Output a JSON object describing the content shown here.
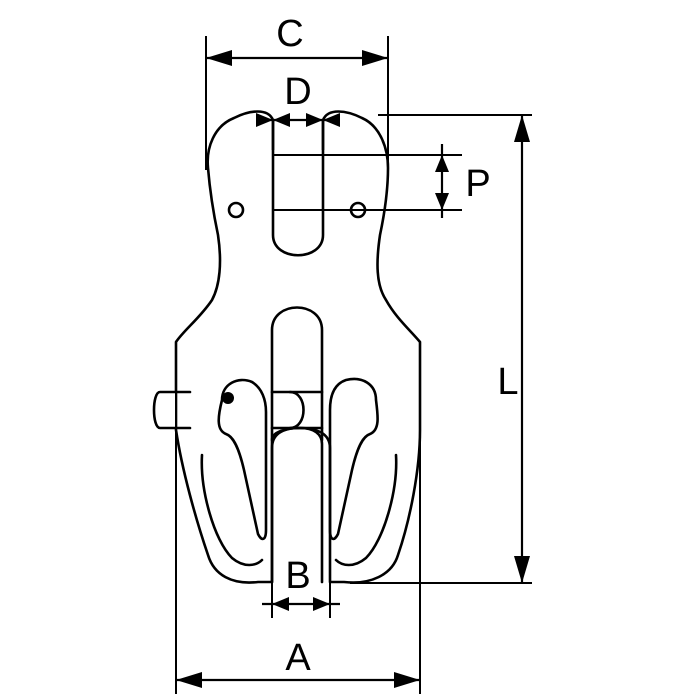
{
  "diagram": {
    "labels": {
      "C": "C",
      "D": "D",
      "P": "P",
      "L": "L",
      "B": "B",
      "A": "A"
    }
  }
}
